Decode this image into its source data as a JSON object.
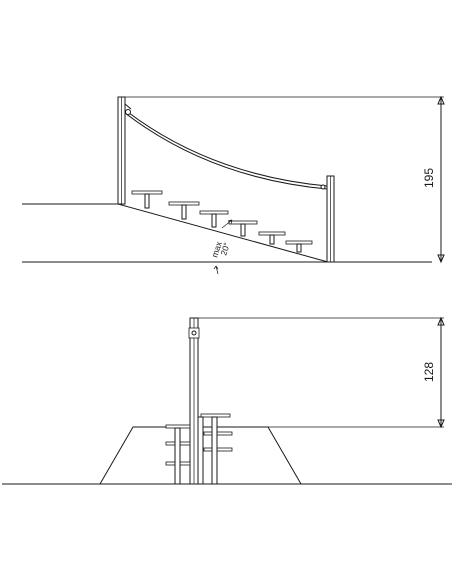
{
  "side_view": {
    "height_label": "195",
    "slope_label_line1": "max",
    "slope_label_line2": "20°"
  },
  "front_view": {
    "height_label": "128"
  },
  "colors": {
    "line": "#1a1a1a",
    "background": "#ffffff"
  }
}
